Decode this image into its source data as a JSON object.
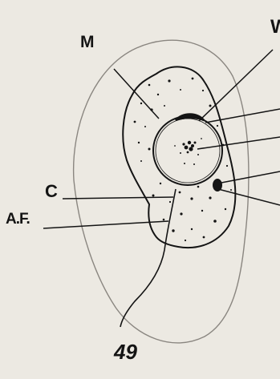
{
  "labels": {
    "m": "M",
    "w": "W",
    "c": "C",
    "af": "A.F.",
    "figure_number": "49"
  },
  "colors": {
    "paper": "#ece9e2",
    "ink": "#141414",
    "outline": "#8a8680"
  }
}
